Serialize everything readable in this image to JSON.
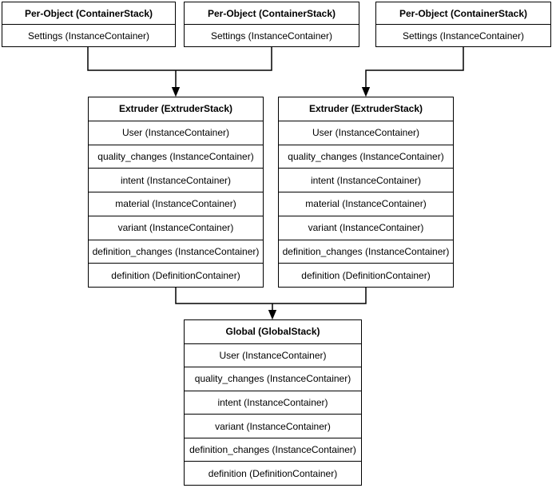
{
  "colors": {
    "background": "#ffffff",
    "border": "#000000",
    "text": "#000000"
  },
  "diagram": {
    "per_object": [
      {
        "title": "Per-Object (ContainerStack)",
        "rows": [
          "Settings (InstanceContainer)"
        ]
      },
      {
        "title": "Per-Object (ContainerStack)",
        "rows": [
          "Settings (InstanceContainer)"
        ]
      },
      {
        "title": "Per-Object (ContainerStack)",
        "rows": [
          "Settings (InstanceContainer)"
        ]
      }
    ],
    "extruders": [
      {
        "title": "Extruder (ExtruderStack)",
        "rows": [
          "User (InstanceContainer)",
          "quality_changes (InstanceContainer)",
          "intent (InstanceContainer)",
          "material (InstanceContainer)",
          "variant (InstanceContainer)",
          "definition_changes (InstanceContainer)",
          "definition (DefinitionContainer)"
        ]
      },
      {
        "title": "Extruder (ExtruderStack)",
        "rows": [
          "User (InstanceContainer)",
          "quality_changes (InstanceContainer)",
          "intent (InstanceContainer)",
          "material (InstanceContainer)",
          "variant (InstanceContainer)",
          "definition_changes (InstanceContainer)",
          "definition (DefinitionContainer)"
        ]
      }
    ],
    "global_stack": {
      "title": "Global (GlobalStack)",
      "rows": [
        "User (InstanceContainer)",
        "quality_changes (InstanceContainer)",
        "intent (InstanceContainer)",
        "variant (InstanceContainer)",
        "definition_changes (InstanceContainer)",
        "definition (DefinitionContainer)"
      ]
    }
  }
}
